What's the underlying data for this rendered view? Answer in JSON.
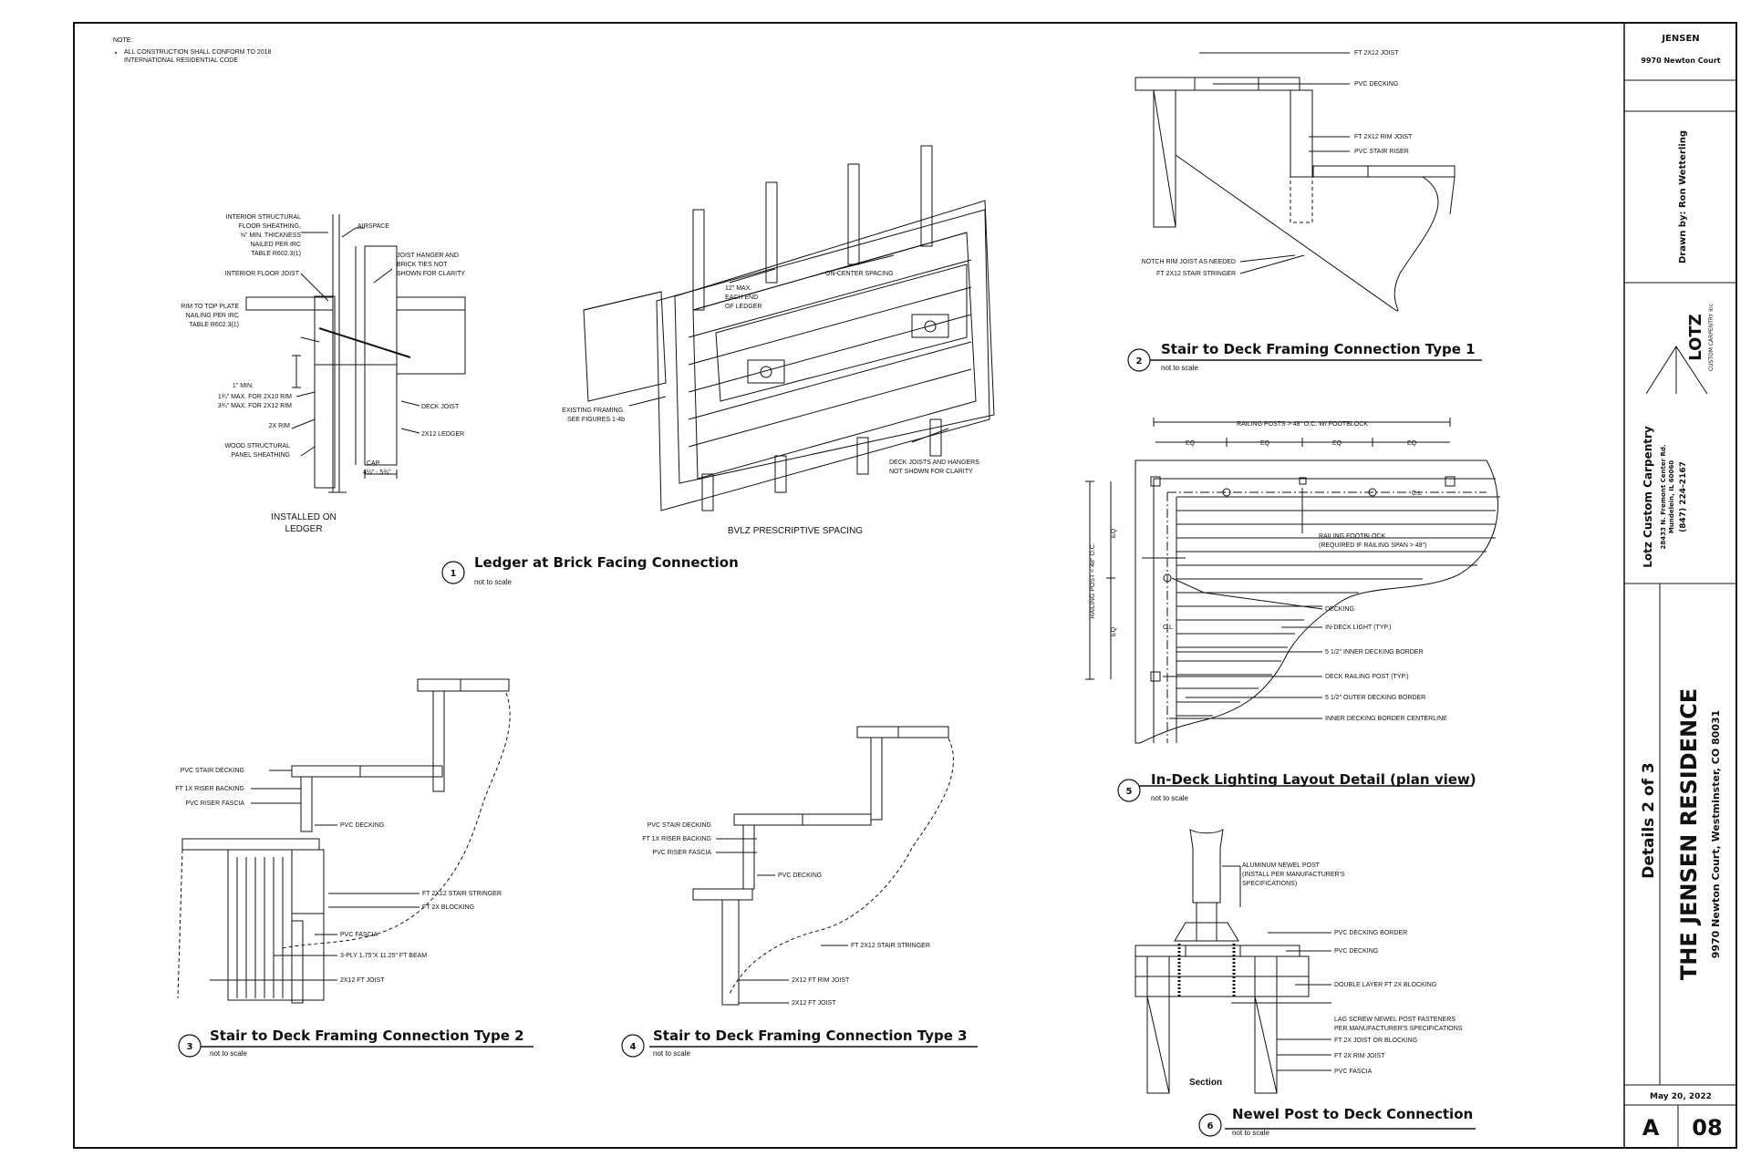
{
  "note": {
    "heading": "NOTE:",
    "items": [
      "ALL CONSTRUCTION SHALL CONFORM TO 2018 INTERNATIONAL RESIDENTIAL CODE"
    ]
  },
  "details": [
    {
      "num": "1",
      "title": "Ledger at Brick Facing Connection",
      "scale": "not to scale"
    },
    {
      "num": "2",
      "title": "Stair to Deck Framing Connection Type 1",
      "scale": "not to scale"
    },
    {
      "num": "3",
      "title": "Stair to Deck Framing Connection Type 2",
      "scale": "not to scale"
    },
    {
      "num": "4",
      "title": "Stair to Deck Framing Connection Type 3",
      "scale": "not to scale"
    },
    {
      "num": "5",
      "title": "In-Deck Lighting Layout Detail (plan view)",
      "scale": "not to scale"
    },
    {
      "num": "6",
      "title": "Newel Post to Deck Connection",
      "scale": "not to scale"
    }
  ],
  "detail1": {
    "labels": [
      "INTERIOR STRUCTURAL",
      "FLOOR SHEATHING,",
      "⅝\" MIN. THICKNESS",
      "NAILED PER IRC",
      "TABLE R602.3(1)",
      "INTERIOR FLOOR JOIST",
      "RIM TO TOP PLATE",
      "NAILING PER IRC",
      "TABLE R602.3(1)",
      "1\" MIN.",
      "1¾\" MAX. FOR 2X10 RIM",
      "3¾\" MAX. FOR 2X12 RIM",
      "2X RIM",
      "WOOD STRUCTURAL",
      "PANEL SHEATHING",
      "AIRSPACE",
      "JOIST HANGER AND",
      "BRICK TIES NOT",
      "SHOWN FOR CLARITY",
      "DECK JOIST",
      "2X12 LEDGER",
      "CAP",
      "4¼\" - 5¾\""
    ],
    "installed": [
      "INSTALLED ON",
      "LEDGER"
    ],
    "iso_labels": [
      "12\" MAX.",
      "EACH END",
      "OF LEDGER",
      "ON-CENTER SPACING",
      "EXISTING FRAMING.",
      "SEE FIGURES 1-4b",
      "DECK JOISTS AND HANGERS",
      "NOT SHOWN FOR CLARITY"
    ],
    "bvlz": "BVLZ PRESCRIPTIVE SPACING"
  },
  "detail2": {
    "labels": [
      "FT 2X12 JOIST",
      "PVC DECKING",
      "FT 2X12 RIM JOIST",
      "PVC STAIR RISER",
      "NOTCH RIM JOIST AS NEEDED",
      "FT 2X12 STAIR STRINGER"
    ]
  },
  "detail3": {
    "labels": [
      "PVC STAIR DECKING",
      "FT 1X RISER BACKING",
      "PVC RISER FASCIA",
      "PVC DECKING",
      "FT 2X12 STAIR STRINGER",
      "FT 2X BLOCKING",
      "PVC FASCIA",
      "3-PLY 1.75\"X 11.25\" FT BEAM",
      "2X12 FT JOIST"
    ]
  },
  "detail4": {
    "labels": [
      "PVC STAIR DECKING",
      "FT 1X RISER BACKING",
      "PVC RISER FASCIA",
      "PVC DECKING",
      "FT 2X12 STAIR STRINGER",
      "2X12 FT RIM JOIST",
      "2X12 FT JOIST"
    ]
  },
  "detail5": {
    "top_dim": "RAILING POSTS > 48\" O.C. W/ FOOTBLOCK",
    "eq": "EQ",
    "cl": "C.L",
    "side_dim": "RAILING POST < 48\" O.C.",
    "labels": [
      "RAILING FOOTBLOCK",
      "(REQUIRED IF RAILING SPAN > 48\")",
      "DECKING",
      "IN-DECK LIGHT (TYP.)",
      "5 1/2\" INNER DECKING BORDER",
      "DECK RAILING POST (TYP.)",
      "5 1/2\" OUTER DECKING BORDER",
      "INNER DECKING BORDER CENTERLINE"
    ]
  },
  "detail6": {
    "labels": [
      "ALUMINUM NEWEL POST",
      "(INSTALL PER MANUFACTURER'S",
      "SPECIFICATIONS)",
      "PVC DECKING BORDER",
      "PVC DECKING",
      "DOUBLE LAYER FT 2X BLOCKING",
      "LAG SCREW NEWEL POST FASTENERS",
      "PER MANUFACTURER'S SPECIFICATIONS",
      "FT 2X JOIST OR BLOCKING",
      "FT 2X RIM JOIST",
      "PVC FASCIA"
    ],
    "section": "Section"
  },
  "title_block": {
    "owner": "JENSEN",
    "address": "9970 Newton Court",
    "drawn_by": "Drawn by: Ron Wetterling",
    "company": "Lotz Custom Carpentry",
    "company_addr1": "28433 N. Fremont Center Rd.",
    "company_addr2": "Mundelein, IL 60060",
    "company_phone": "(847) 224-2167",
    "logo_text": "LOTZ",
    "logo_sub": "CUSTOM CARPENTRY inc",
    "project": "THE JENSEN RESIDENCE",
    "project_addr": "9970 Newton Court, Westminster, CO 80031",
    "sheet_title": "Details 2 of 3",
    "date": "May 20, 2022",
    "sheet_letter": "A",
    "sheet_number": "08"
  }
}
